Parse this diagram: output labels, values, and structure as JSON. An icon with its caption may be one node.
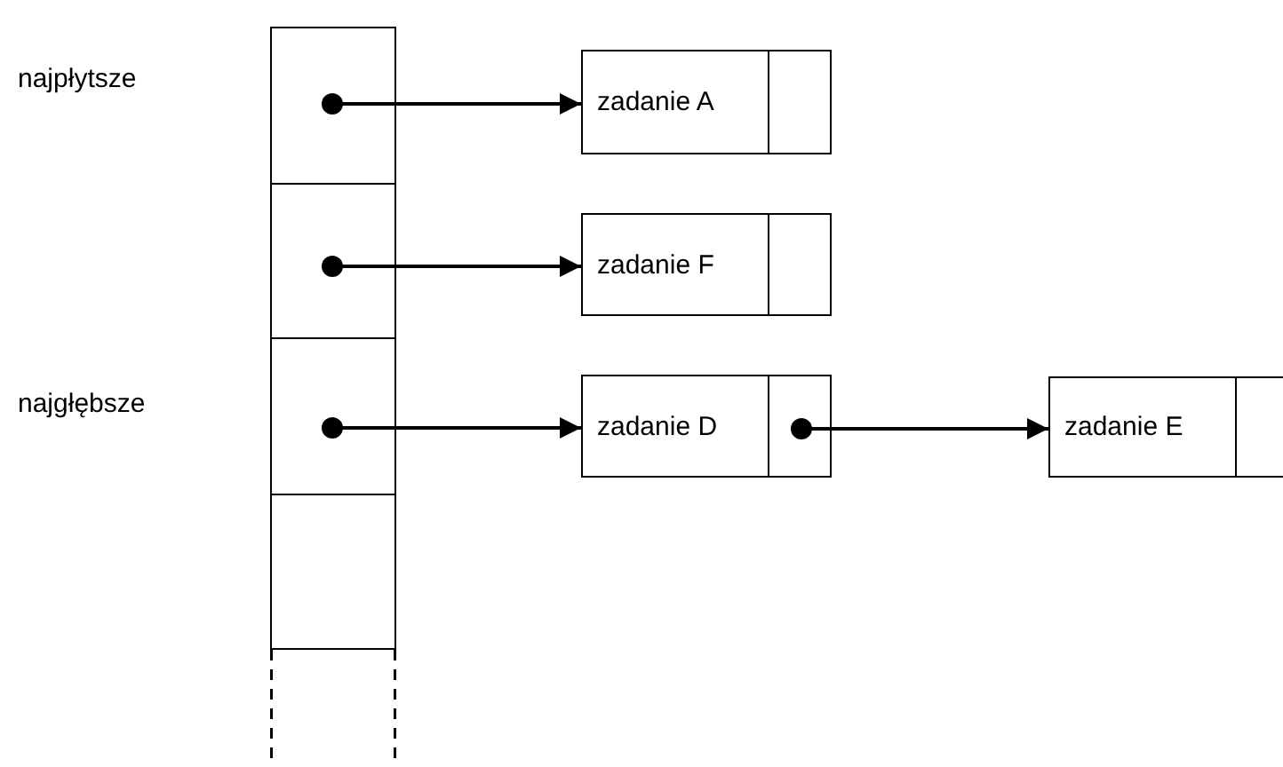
{
  "diagram": {
    "nodes": [
      {
        "text": [],
        "shape": "box"
      },
      {
        "text": [],
        "shape": "box"
      },
      {
        "text": [],
        "shape": "box"
      },
      {
        "text": [],
        "shape": "box"
      },
      {
        "text": [
          "zadanie A"
        ]
      },
      {
        "text": [
          "zadanie F"
        ]
      },
      {
        "text": [
          "zadanie D"
        ]
      },
      {
        "text": [
          "zadanie E"
        ]
      }
    ],
    "edges": [
      {
        "from": 0,
        "to": 4,
        "arrow": "to"
      },
      {
        "from": 1,
        "to": 5,
        "arrow": "to"
      },
      {
        "from": 2,
        "to": 6,
        "arrow": "to"
      },
      {
        "from": 6,
        "to": 7,
        "arrow": "to"
      }
    ],
    "labels": [
      "najpłytsze",
      "najgłębsze"
    ]
  }
}
